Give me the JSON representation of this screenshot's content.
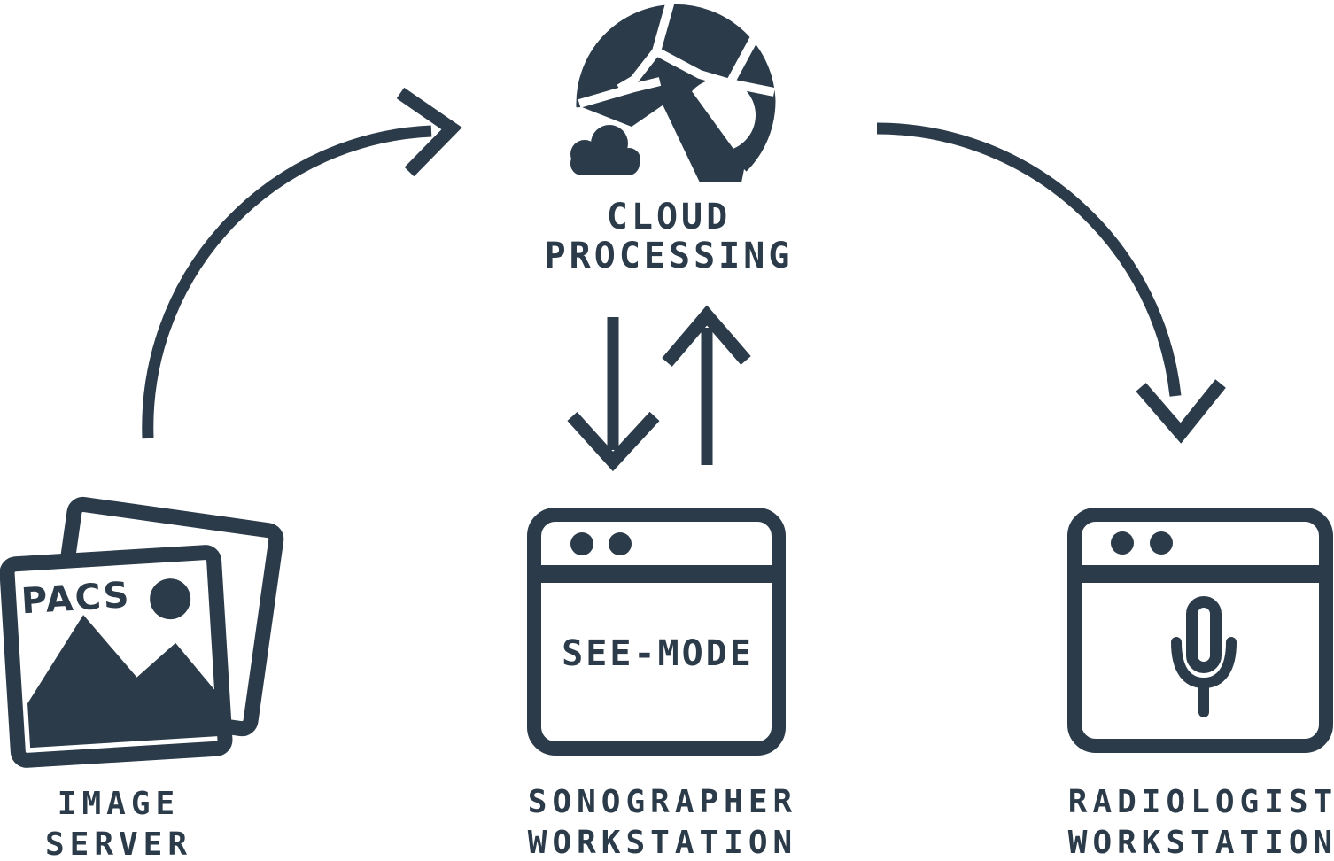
{
  "colors": {
    "ink": "#2b3b49",
    "background": "#ffffff"
  },
  "nodes": {
    "cloud_processing": {
      "icon": "brain-cloud-icon",
      "label_line1": "CLOUD",
      "label_line2": "PROCESSING"
    },
    "image_server": {
      "icon": "photo-stack-icon",
      "icon_text": "PACS",
      "label_line1": "IMAGE",
      "label_line2": "SERVER"
    },
    "sonographer_workstation": {
      "icon": "browser-window-icon",
      "screen_text": "SEE-MODE",
      "label_line1": "SONOGRAPHER",
      "label_line2": "WORKSTATION"
    },
    "radiologist_workstation": {
      "icon": "browser-microphone-icon",
      "label_line1": "RADIOLOGIST",
      "label_line2": "WORKSTATION"
    }
  },
  "edges": [
    {
      "from": "image_server",
      "to": "cloud_processing",
      "shape": "curved-arrow-up-right"
    },
    {
      "from": "cloud_processing",
      "to": "sonographer_workstation",
      "shape": "straight-arrow-down"
    },
    {
      "from": "sonographer_workstation",
      "to": "cloud_processing",
      "shape": "straight-arrow-up"
    },
    {
      "from": "cloud_processing",
      "to": "radiologist_workstation",
      "shape": "curved-arrow-down-right"
    }
  ]
}
